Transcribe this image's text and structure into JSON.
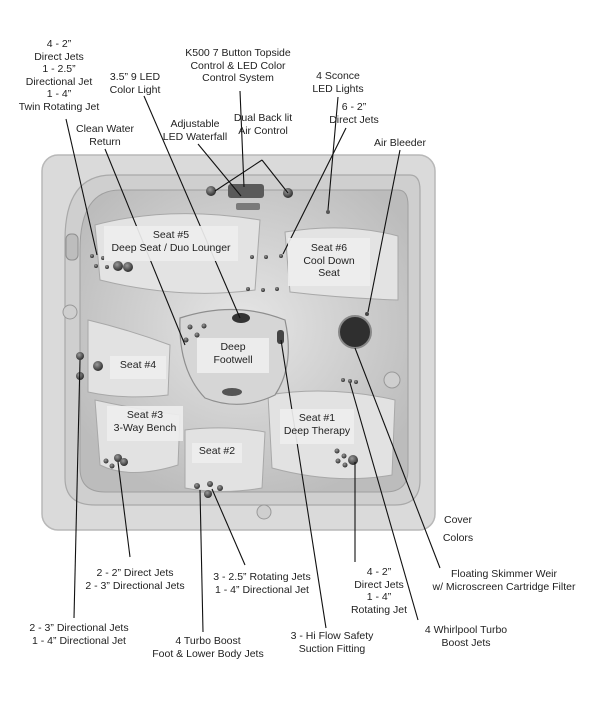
{
  "callouts": {
    "jets_top_left": [
      "4 - 2”",
      "Direct Jets",
      "1 - 2.5”",
      "Directional Jet",
      "1 - 4”",
      "Twin Rotating Jet"
    ],
    "control_system": [
      "K500 7 Button Topside",
      "Control & LED Color",
      "Control System"
    ],
    "sconce_lights": [
      "4 Sconce",
      "LED Lights"
    ],
    "color_light": [
      "3.5” 9 LED",
      "Color Light"
    ],
    "waterfall": [
      "Adjustable",
      "LED Waterfall"
    ],
    "air_control": [
      "Dual Back lit",
      "Air Control"
    ],
    "clean_water": [
      "Clean Water",
      "Return"
    ],
    "direct_jets_6": [
      "6 - 2”",
      "Direct Jets"
    ],
    "air_bleeder": [
      "Air Bleeder"
    ],
    "cover_1": [
      "Cover"
    ],
    "cover_2": [
      "Colors"
    ],
    "skimmer": [
      "Floating Skimmer Weir",
      "w/ Microscreen Cartridge Filter"
    ],
    "jets_seat3": [
      "2 - 2” Direct Jets",
      "2 - 3” Directional Jets"
    ],
    "jets_seat2": [
      "3 - 2.5” Rotating Jets",
      "1 - 4” Directional Jet"
    ],
    "jets_seat1": [
      "4 - 2”",
      "Direct Jets",
      "1 - 4”",
      "Rotating Jet"
    ],
    "jets_seat4": [
      "2 - 3” Directional Jets",
      "1 - 4” Directional Jet"
    ],
    "turbo_boost": [
      "4 Turbo Boost",
      "Foot & Lower Body Jets"
    ],
    "suction": [
      "3 - Hi Flow Safety",
      "Suction Fitting"
    ],
    "whirlpool": [
      "4 Whirlpool Turbo",
      "Boost Jets"
    ]
  },
  "seats": {
    "seat5": [
      "Seat #5",
      "Deep Seat / Duo Lounger"
    ],
    "seat6": [
      "Seat #6",
      "Cool Down",
      "Seat"
    ],
    "seat4": [
      "Seat #4"
    ],
    "footwell": [
      "Deep",
      "Footwell"
    ],
    "seat3": [
      "Seat #3",
      "3-Way Bench"
    ],
    "seat2": [
      "Seat #2"
    ],
    "seat1": [
      "Seat #1",
      "Deep Therapy"
    ]
  },
  "colors": {
    "shell": "#dcdcdc",
    "shell_edge": "#bfbfbf",
    "interior": "#c9c9c9",
    "seat_surface": "#e4e4e4",
    "jet": "#4a4a4a",
    "line": "#111111"
  }
}
